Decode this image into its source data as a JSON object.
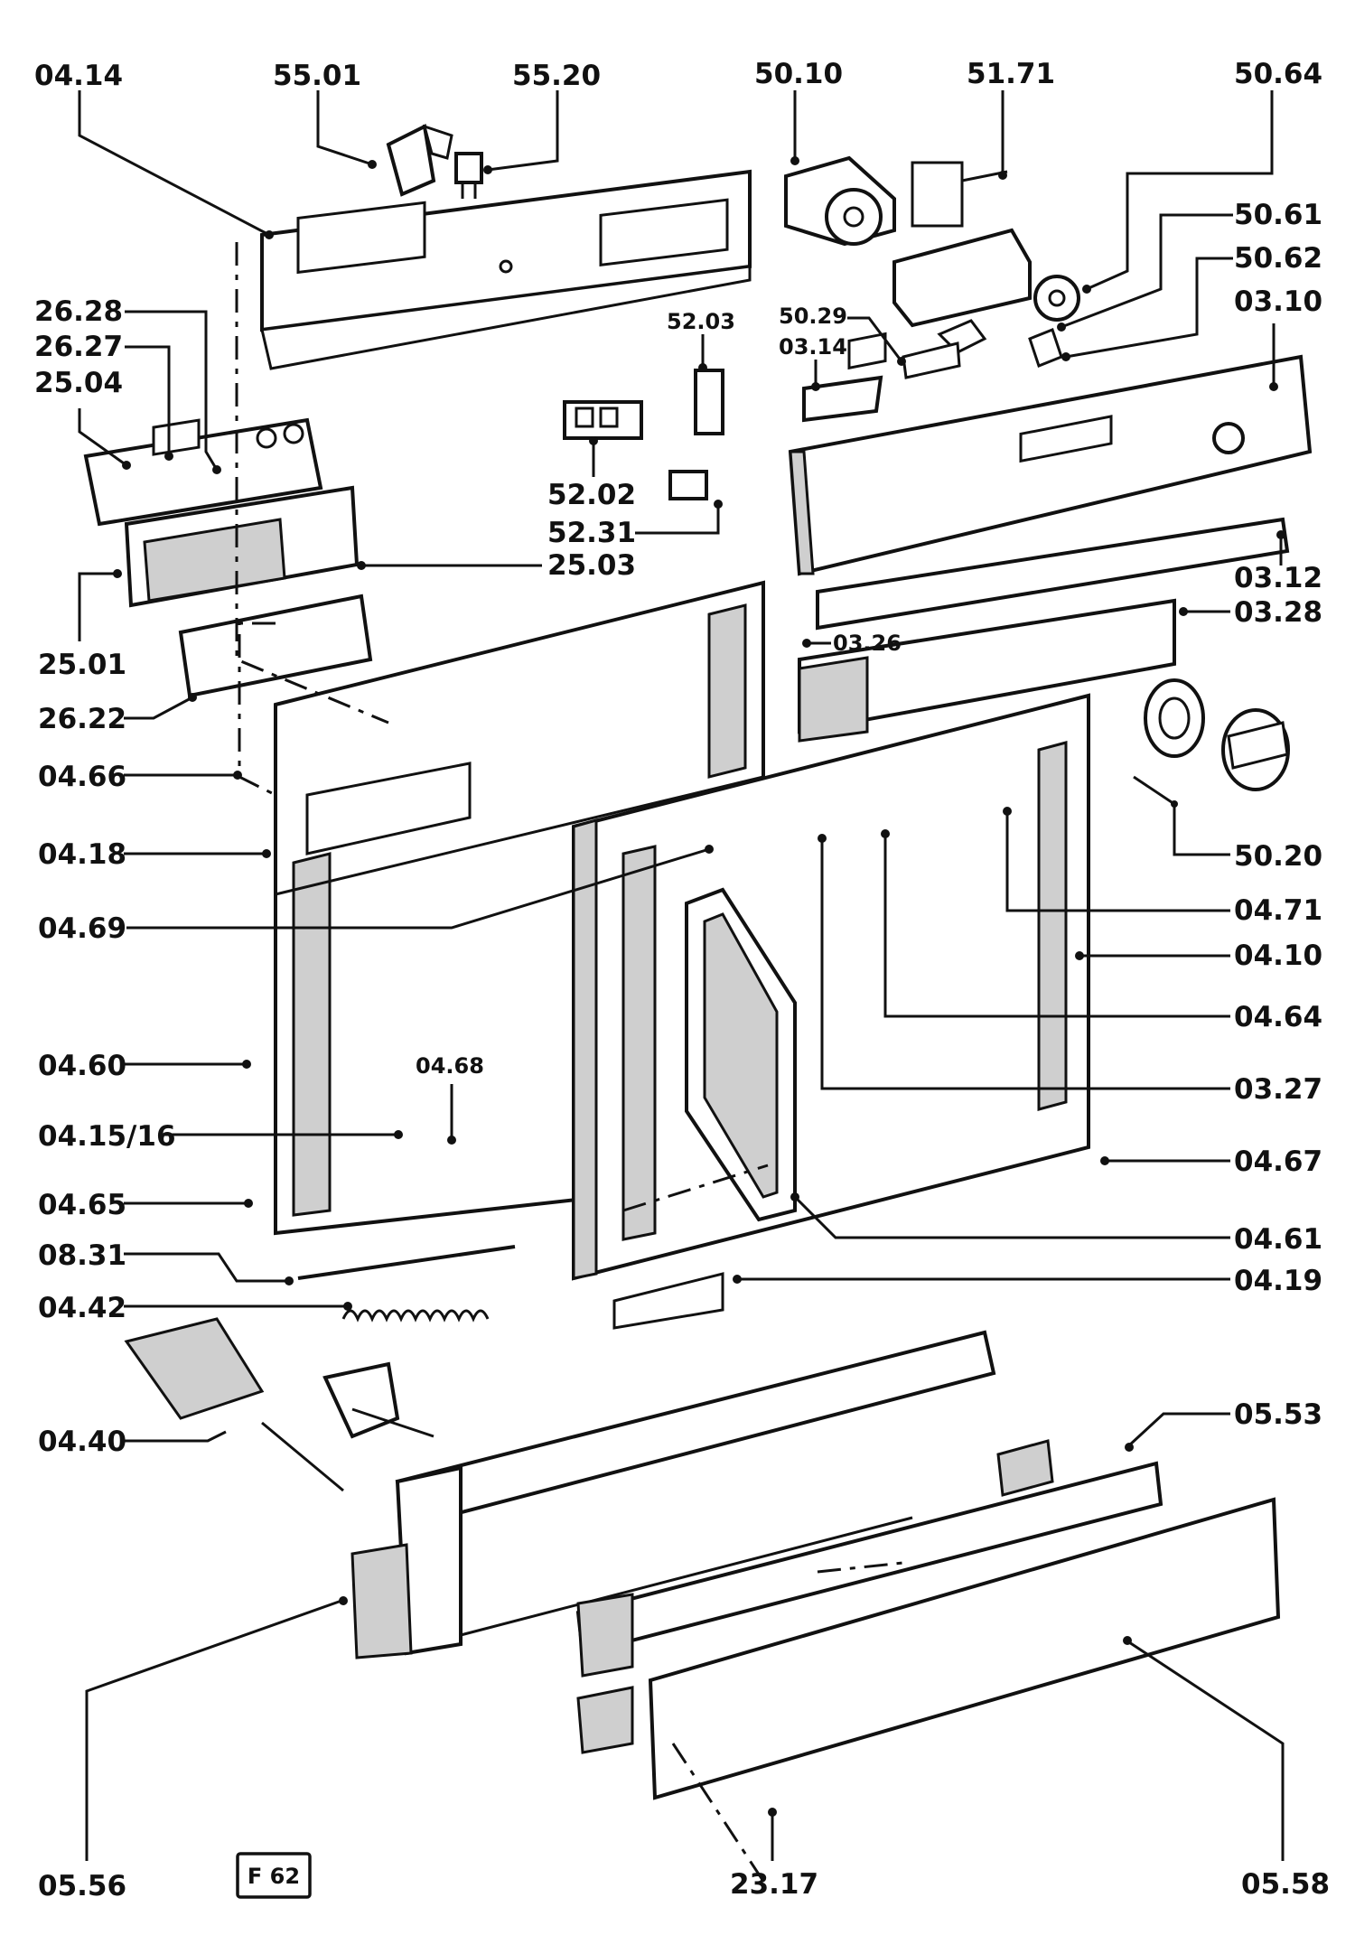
{
  "figure_id": "F 62",
  "labels": {
    "p0414": "04.14",
    "p5501": "55.01",
    "p5520": "55.20",
    "p5010": "50.10",
    "p5171": "51.71",
    "p5064": "50.64",
    "p5061": "50.61",
    "p5062": "50.62",
    "p0310": "03.10",
    "p2628": "26.28",
    "p2627": "26.27",
    "p2504": "25.04",
    "p5203": "52.03",
    "p5029": "50.29",
    "p0314": "03.14",
    "p5202": "52.02",
    "p5231": "52.31",
    "p2503": "25.03",
    "p0312": "03.12",
    "p0328": "03.28",
    "p2501": "25.01",
    "p0326": "03.26",
    "p2622": "26.22",
    "p0466": "04.66",
    "p0418": "04.18",
    "p5020": "50.20",
    "p0469": "04.69",
    "p0471": "04.71",
    "p0410": "04.10",
    "p0464": "04.64",
    "p0460": "04.60",
    "p0468": "04.68",
    "p0327": "03.27",
    "p041516": "04.15/16",
    "p0467": "04.67",
    "p0465": "04.65",
    "p0461": "04.61",
    "p0831": "08.31",
    "p0419": "04.19",
    "p0442": "04.42",
    "p0553": "05.53",
    "p0440": "04.40",
    "p0556": "05.56",
    "p2317": "23.17",
    "p0558": "05.58"
  }
}
